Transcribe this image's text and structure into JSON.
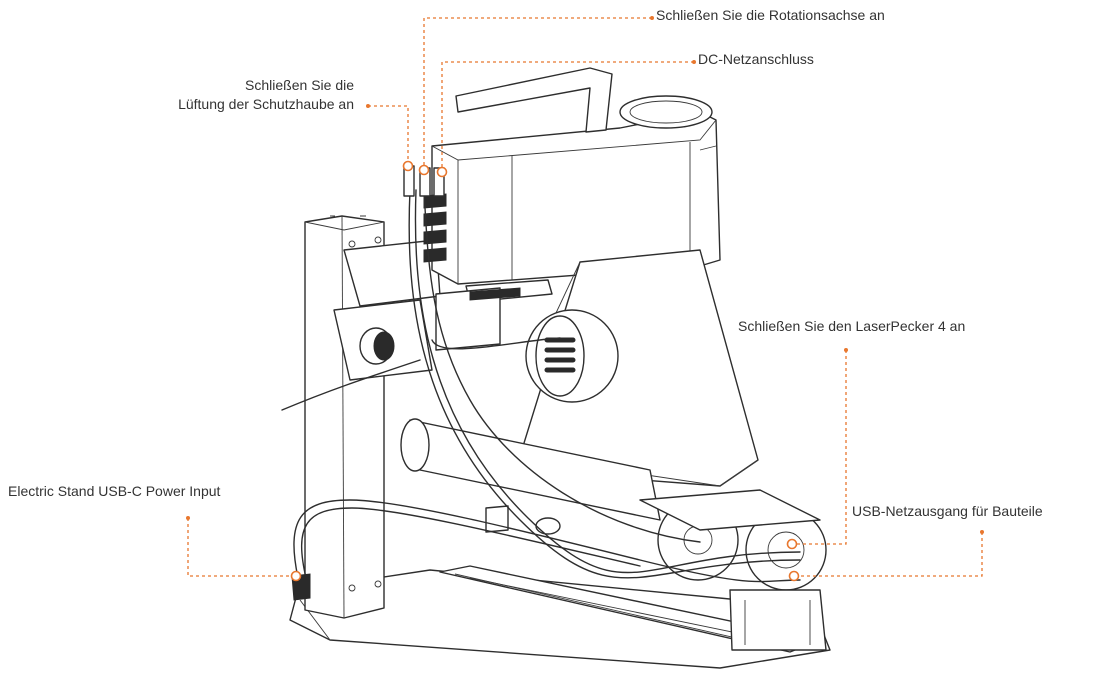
{
  "colors": {
    "accent": "#e8772e",
    "line": "#2e2e2e",
    "text": "#333333"
  },
  "callouts": [
    {
      "id": "rotation-axis",
      "text": "Schließen Sie die Rotationsachse an"
    },
    {
      "id": "dc-power",
      "text": "DC-Netzanschluss"
    },
    {
      "id": "hood-vent",
      "lines": [
        "Schließen Sie die",
        "Lüftung der Schutzhaube an"
      ]
    },
    {
      "id": "laserpecker",
      "text": "Schließen Sie den LaserPecker 4 an"
    },
    {
      "id": "usb-c-input",
      "text": "Electric Stand USB-C Power Input"
    },
    {
      "id": "usb-output",
      "text": "USB-Netzausgang für Bauteile"
    }
  ]
}
